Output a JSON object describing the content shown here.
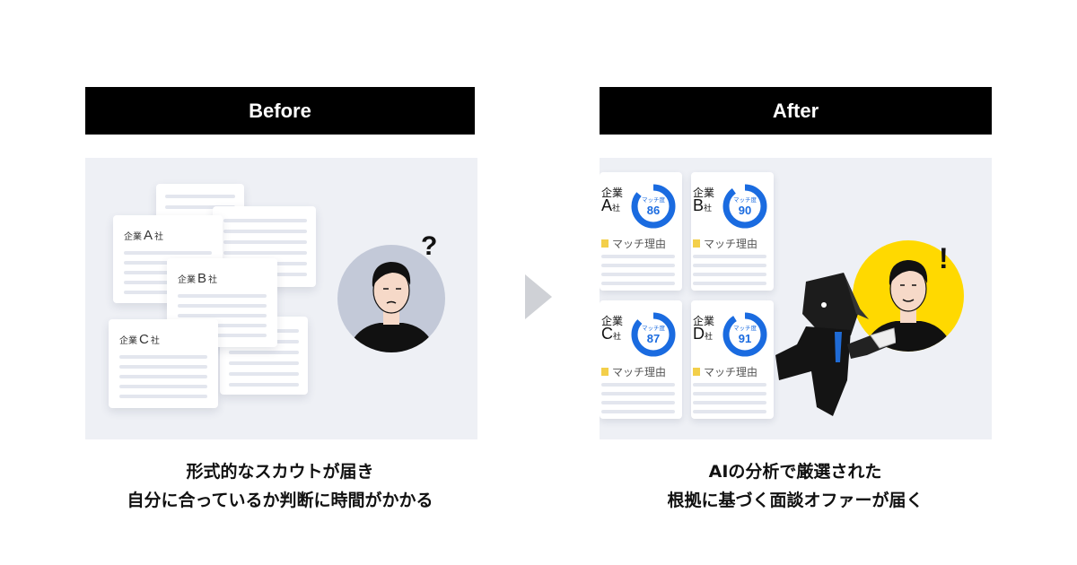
{
  "before": {
    "header": "Before",
    "cards": [
      {
        "prefix": "企業",
        "letter": "A",
        "suffix": "社"
      },
      {
        "prefix": "企業",
        "letter": "B",
        "suffix": "社"
      },
      {
        "prefix": "企業",
        "letter": "C",
        "suffix": "社"
      }
    ],
    "mark": "?",
    "caption": [
      "形式的なスカウトが届き",
      "自分に合っているか判断に時間がかかる"
    ]
  },
  "after": {
    "header": "After",
    "cards": [
      {
        "prefix": "企業",
        "letter": "A",
        "suffix": "社",
        "score_label": "マッチ度",
        "score": "86",
        "reason": "マッチ理由"
      },
      {
        "prefix": "企業",
        "letter": "B",
        "suffix": "社",
        "score_label": "マッチ度",
        "score": "90",
        "reason": "マッチ理由"
      },
      {
        "prefix": "企業",
        "letter": "C",
        "suffix": "社",
        "score_label": "マッチ度",
        "score": "87",
        "reason": "マッチ理由"
      },
      {
        "prefix": "企業",
        "letter": "D",
        "suffix": "社",
        "score_label": "マッチ度",
        "score": "91",
        "reason": "マッチ理由"
      }
    ],
    "mark": "!",
    "caption": [
      "AIの分析で厳選された",
      "根拠に基づく面談オファーが届く"
    ]
  },
  "colors": {
    "accent_blue": "#1a6be0",
    "yellow": "#ffd900",
    "avatar_grey": "#c3c9d8",
    "header": "#000000"
  }
}
